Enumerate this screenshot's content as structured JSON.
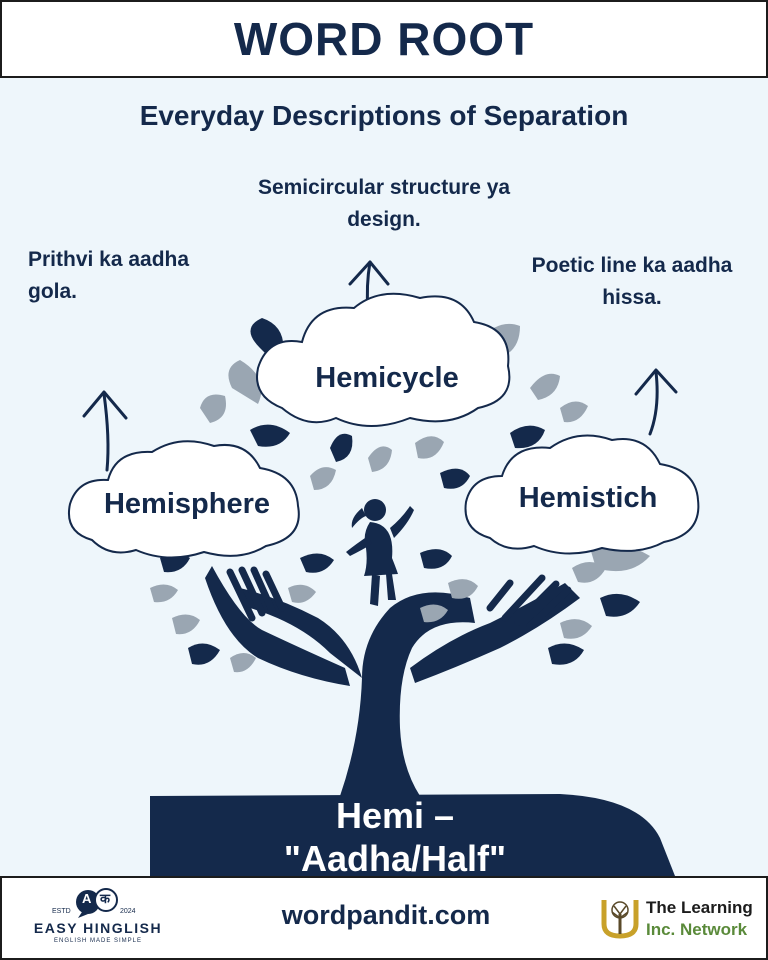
{
  "header": {
    "title": "WORD ROOT"
  },
  "main": {
    "subtitle": "Everyday Descriptions of Separation",
    "descriptions": {
      "left": "Prithvi ka aadha gola.",
      "center": "Semicircular structure ya design.",
      "right": "Poetic line ka aadha hissa."
    },
    "words": {
      "left": "Hemisphere",
      "center": "Hemicycle",
      "right": "Hemistich"
    },
    "root": {
      "line1": "Hemi –",
      "line2": "\"Aadha/Half\""
    }
  },
  "footer": {
    "site": "wordpandit.com",
    "left_logo": {
      "estd": "ESTD",
      "year": "2024",
      "bubble_a": "A",
      "bubble_k": "क",
      "name": "EASY HINGLISH",
      "tagline": "ENGLISH MADE SIMPLE"
    },
    "right_logo": {
      "line1": "The Learning",
      "line2": "Inc. Network"
    }
  },
  "colors": {
    "navy": "#14294b",
    "background": "#eef6fb",
    "leaf_gray": "#9aa6b2",
    "brand_green": "#5a8a3a"
  },
  "icons": [
    "arrow-up-icon",
    "cloud-icon",
    "leaf-icon",
    "child-icon",
    "hand-icon",
    "tree-icon"
  ]
}
